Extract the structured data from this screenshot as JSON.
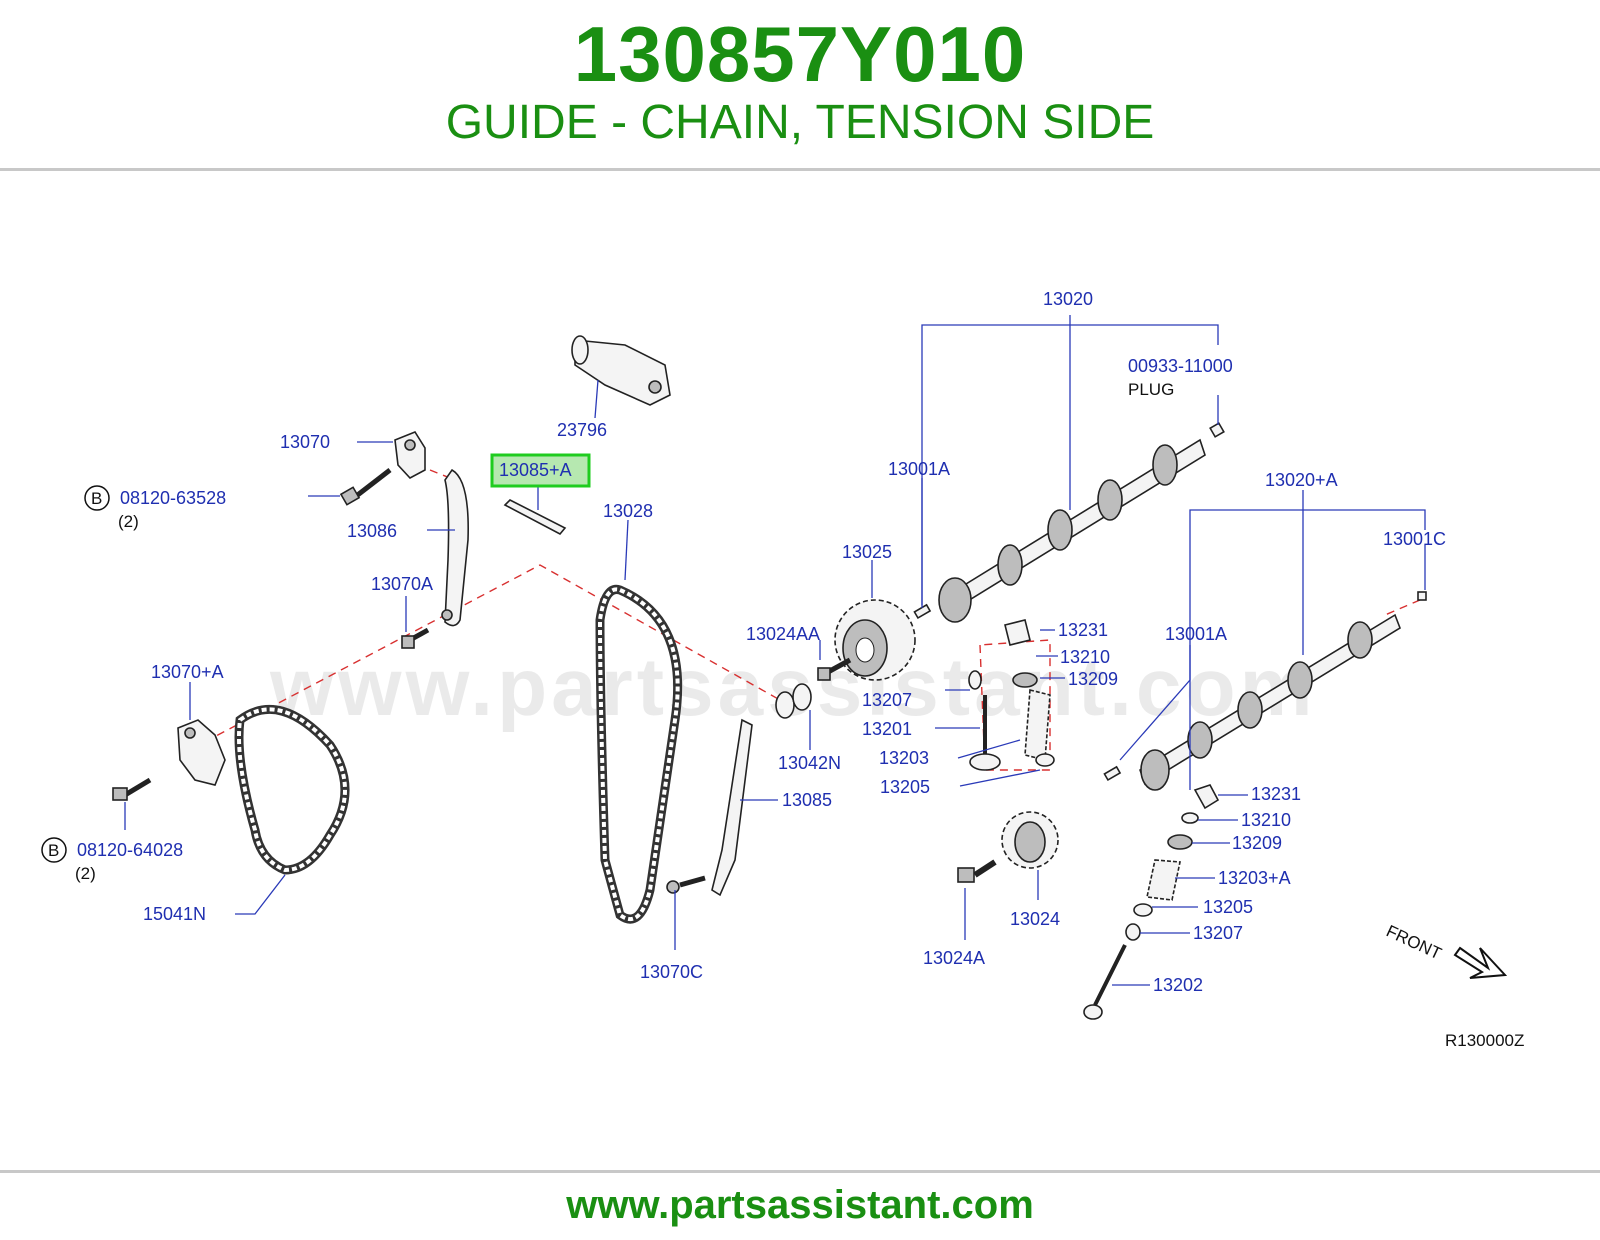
{
  "header": {
    "part_number": "130857Y010",
    "part_name": "GUIDE - CHAIN, TENSION SIDE"
  },
  "footer": {
    "url": "www.partsassistant.com"
  },
  "watermark": "www.partsassistant.com",
  "diagram_code": "R130000Z",
  "front_label": "FRONT",
  "highlight_color": "#1fcc1f",
  "callouts": {
    "c23796": "23796",
    "c13070": "13070",
    "c13085A": "13085+A",
    "c08120_63528": "08120-63528",
    "qty1": "(2)",
    "c13086": "13086",
    "c13028": "13028",
    "c13070A": "13070A",
    "c13070pA": "13070+A",
    "c08120_64028": "08120-64028",
    "qty2": "(2)",
    "c15041N": "15041N",
    "c13070C": "13070C",
    "c13085": "13085",
    "c13024AA": "13024AA",
    "c13042N": "13042N",
    "c13025": "13025",
    "c13001A_top": "13001A",
    "c13020": "13020",
    "c00933": "00933-11000",
    "plug": "PLUG",
    "c13020pA": "13020+A",
    "c13001C": "13001C",
    "c13001A_mid": "13001A",
    "c13231_a": "13231",
    "c13210_a": "13210",
    "c13209_a": "13209",
    "c13207_a": "13207",
    "c13201": "13201",
    "c13203": "13203",
    "c13205_a": "13205",
    "c13231_b": "13231",
    "c13210_b": "13210",
    "c13209_b": "13209",
    "c13203pA": "13203+A",
    "c13205_b": "13205",
    "c13207_b": "13207",
    "c13202": "13202",
    "c13024": "13024",
    "c13024A": "13024A",
    "b1": "B",
    "b2": "B"
  }
}
